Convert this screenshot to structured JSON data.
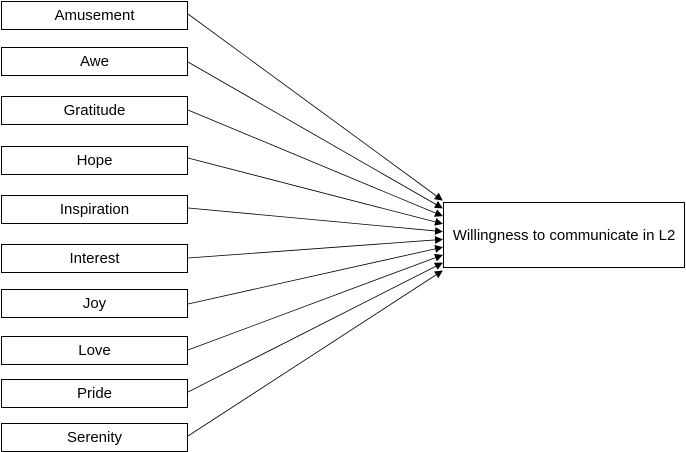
{
  "diagram": {
    "sources": [
      {
        "label": "Amusement"
      },
      {
        "label": "Awe"
      },
      {
        "label": "Gratitude"
      },
      {
        "label": "Hope"
      },
      {
        "label": "Inspiration"
      },
      {
        "label": "Interest"
      },
      {
        "label": "Joy"
      },
      {
        "label": "Love"
      },
      {
        "label": "Pride"
      },
      {
        "label": "Serenity"
      }
    ],
    "target": {
      "label": "Willingness to communicate in L2"
    }
  }
}
